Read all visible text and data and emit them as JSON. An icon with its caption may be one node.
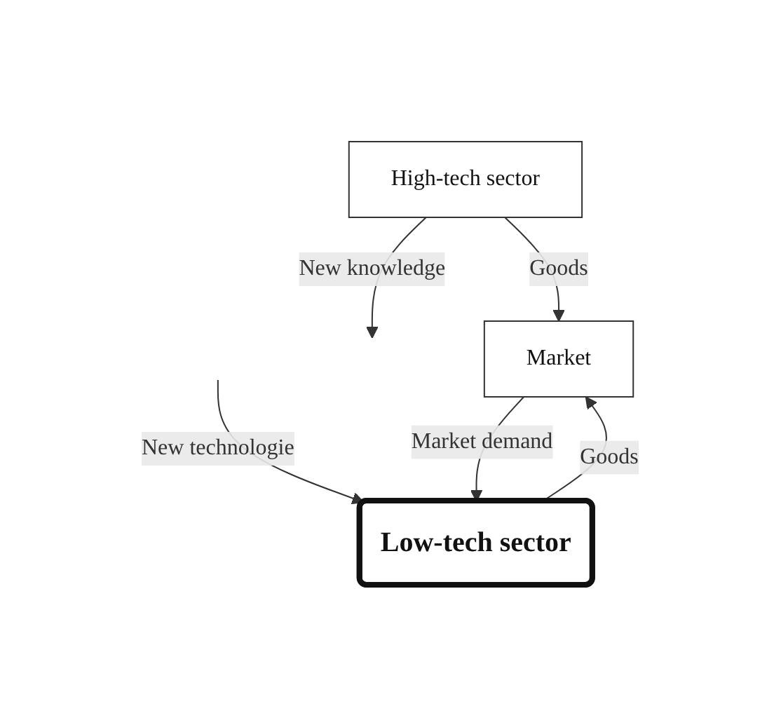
{
  "diagram": {
    "nodes": [
      {
        "text": [
          "High-tech sector"
        ]
      },
      {
        "text": [
          "Low-tech sector"
        ]
      },
      {
        "text": [
          "Market"
        ]
      }
    ],
    "edges": [
      {
        "from": 0,
        "to": null,
        "arrow": "to",
        "label": "New knowledge"
      },
      {
        "from": null,
        "to": 1,
        "arrow": "to",
        "label": "New technologie"
      },
      {
        "from": 0,
        "to": 2,
        "arrow": "to",
        "label": "Goods"
      },
      {
        "from": 1,
        "to": 2,
        "arrow": "to",
        "label": "Goods"
      },
      {
        "from": 2,
        "to": 1,
        "arrow": "to",
        "label": "Market demand"
      }
    ]
  }
}
